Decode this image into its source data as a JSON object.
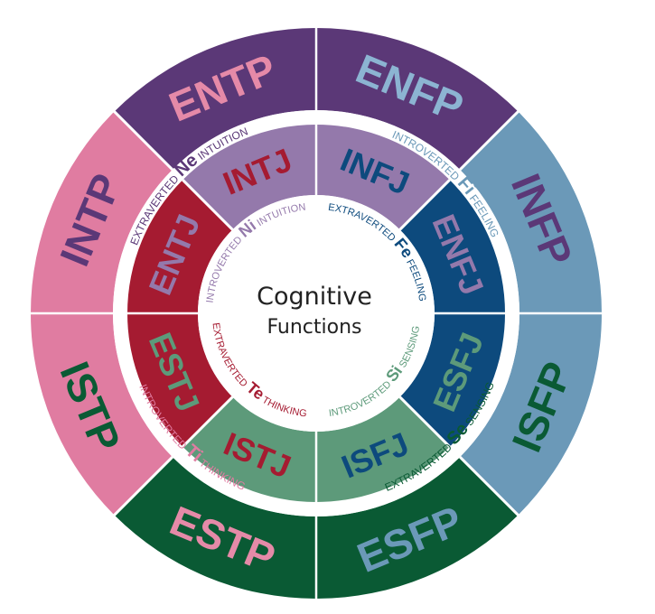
{
  "center": {
    "title": "Cognitive",
    "subtitle": "Functions"
  },
  "colors": {
    "purple_dark": "#5b3877",
    "purple_light": "#9479ab",
    "blue_light": "#6b99b8",
    "blue_dark": "#0d4a7d",
    "pink_light": "#e07ca1",
    "red_dark": "#a51b31",
    "green_dark": "#0a5a34",
    "green_light": "#5d9a7a",
    "text_pink": "#e58aa8",
    "text_purple": "#5b3877",
    "text_blue": "#0d4a7d",
    "text_green": "#0a5a34",
    "text_red": "#a51b31",
    "text_lightblue": "#8cb4d2"
  },
  "outer_ring": [
    {
      "id": "enfp",
      "label": "ENFP",
      "fill": "#5b3877",
      "text": "#8cb4d2"
    },
    {
      "id": "infp",
      "label": "INFP",
      "fill": "#6b99b8",
      "text": "#5b3877"
    },
    {
      "id": "isfp",
      "label": "ISFP",
      "fill": "#6b99b8",
      "text": "#0a5a34"
    },
    {
      "id": "esfp",
      "label": "ESFP",
      "fill": "#0a5a34",
      "text": "#6b99b8"
    },
    {
      "id": "estp",
      "label": "ESTP",
      "fill": "#0a5a34",
      "text": "#e58aa8"
    },
    {
      "id": "istp",
      "label": "ISTP",
      "fill": "#e07ca1",
      "text": "#0a5a34"
    },
    {
      "id": "intp",
      "label": "INTP",
      "fill": "#e07ca1",
      "text": "#5b3877"
    },
    {
      "id": "entp",
      "label": "ENTP",
      "fill": "#5b3877",
      "text": "#e58aa8"
    }
  ],
  "inner_ring": [
    {
      "id": "infj",
      "label": "INFJ",
      "fill": "#9479ab",
      "text": "#0d4a7d"
    },
    {
      "id": "enfj",
      "label": "ENFJ",
      "fill": "#0d4a7d",
      "text": "#9479ab"
    },
    {
      "id": "esfj",
      "label": "ESFJ",
      "fill": "#0d4a7d",
      "text": "#5d9a7a"
    },
    {
      "id": "isfj",
      "label": "ISFJ",
      "fill": "#5d9a7a",
      "text": "#0d4a7d"
    },
    {
      "id": "istj",
      "label": "ISTJ",
      "fill": "#5d9a7a",
      "text": "#a51b31"
    },
    {
      "id": "estj",
      "label": "ESTJ",
      "fill": "#a51b31",
      "text": "#5d9a7a"
    },
    {
      "id": "entj",
      "label": "ENTJ",
      "fill": "#a51b31",
      "text": "#9479ab"
    },
    {
      "id": "intj",
      "label": "INTJ",
      "fill": "#9479ab",
      "text": "#a51b31"
    }
  ],
  "outer_functions": [
    {
      "id": "ne",
      "prefix": "EXTRAVERTED",
      "abbr": "Ne",
      "suffix": "INTUITION",
      "color": "#5b3877"
    },
    {
      "id": "fi",
      "prefix": "INTROVERTED",
      "abbr": "Fi",
      "suffix": "FEELING",
      "color": "#6b99b8"
    },
    {
      "id": "se",
      "prefix": "EXTRAVERTED",
      "abbr": "Se",
      "suffix": "SENSING",
      "color": "#0a5a34"
    },
    {
      "id": "ti",
      "prefix": "INTROVERTED",
      "abbr": "Ti",
      "suffix": "THINKING",
      "color": "#e07ca1"
    }
  ],
  "inner_functions": [
    {
      "id": "ni",
      "prefix": "INTROVERTED",
      "abbr": "Ni",
      "suffix": "INTUITION",
      "color": "#9479ab"
    },
    {
      "id": "fe",
      "prefix": "EXTRAVERTED",
      "abbr": "Fe",
      "suffix": "FEELING",
      "color": "#0d4a7d"
    },
    {
      "id": "si",
      "prefix": "INTROVERTED",
      "abbr": "Si",
      "suffix": "SENSING",
      "color": "#5d9a7a"
    },
    {
      "id": "te",
      "prefix": "EXTRAVERTED",
      "abbr": "Te",
      "suffix": "THINKING",
      "color": "#a51b31"
    }
  ]
}
